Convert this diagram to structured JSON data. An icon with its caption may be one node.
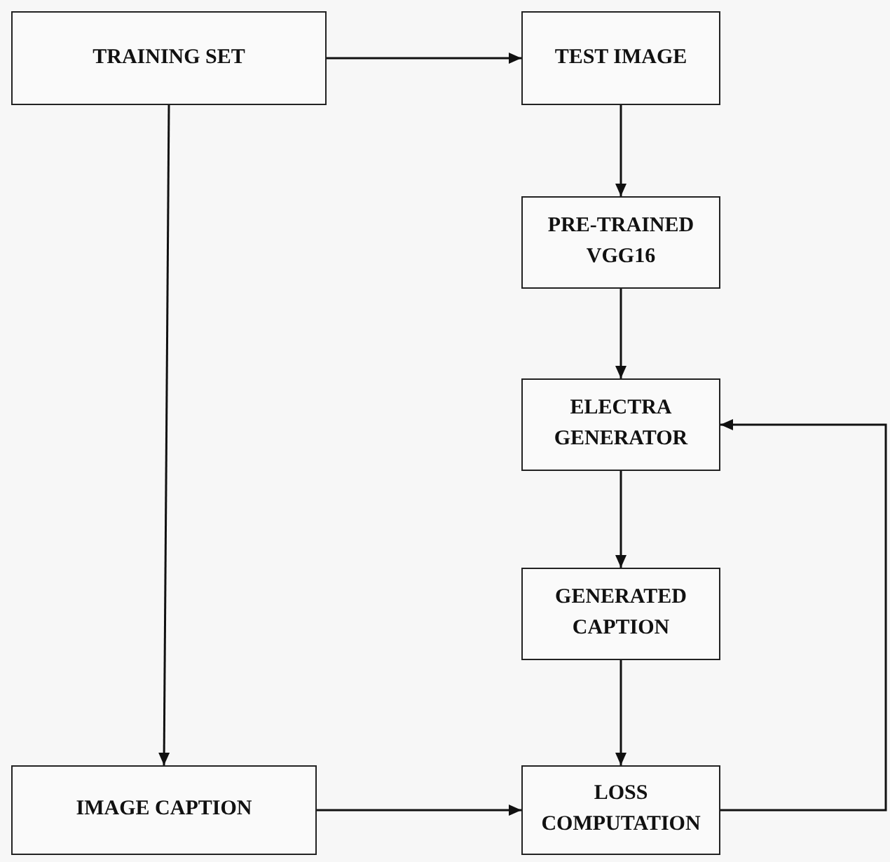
{
  "diagram": {
    "nodes": [
      {
        "text": [
          "TRAINING SET"
        ]
      },
      {
        "text": [
          "TEST IMAGE"
        ]
      },
      {
        "text": [
          "PRE-TRAINED VGG16"
        ]
      },
      {
        "text": [
          "ELECTRA GENERATOR"
        ]
      },
      {
        "text": [
          "GENERATED CAPTION"
        ]
      },
      {
        "text": [
          "IMAGE CAPTION"
        ]
      },
      {
        "text": [
          "LOSS COMPUTATION"
        ]
      }
    ],
    "edges": [
      {
        "from": 0,
        "to": 1,
        "arrow": "to"
      },
      {
        "from": 0,
        "to": 5,
        "arrow": "to"
      },
      {
        "from": 1,
        "to": 2,
        "arrow": "to"
      },
      {
        "from": 2,
        "to": 3,
        "arrow": "to"
      },
      {
        "from": 3,
        "to": 4,
        "arrow": "to"
      },
      {
        "from": 4,
        "to": 6,
        "arrow": "to"
      },
      {
        "from": 5,
        "to": 6,
        "arrow": "to"
      },
      {
        "from": 6,
        "to": 3,
        "arrow": "to"
      }
    ]
  }
}
